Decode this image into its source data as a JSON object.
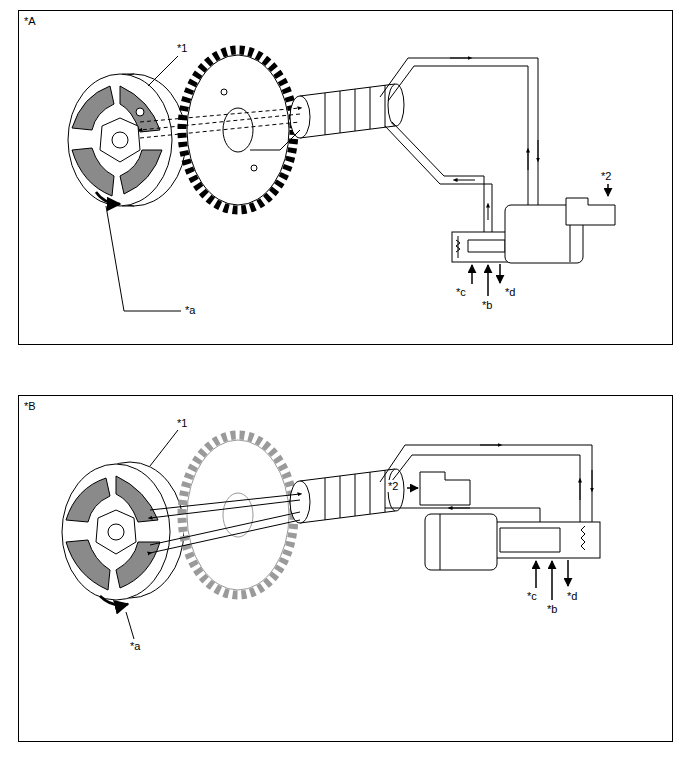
{
  "diagram": {
    "nodes": [
      {
        "text": [
          "*A"
        ]
      },
      {
        "text": [
          "*B"
        ]
      }
    ],
    "labels": [
      "*1",
      "*2",
      "*a",
      "*c",
      "*b",
      "*d",
      "*1",
      "*2",
      "*a",
      "*c",
      "*b",
      "*d"
    ]
  }
}
